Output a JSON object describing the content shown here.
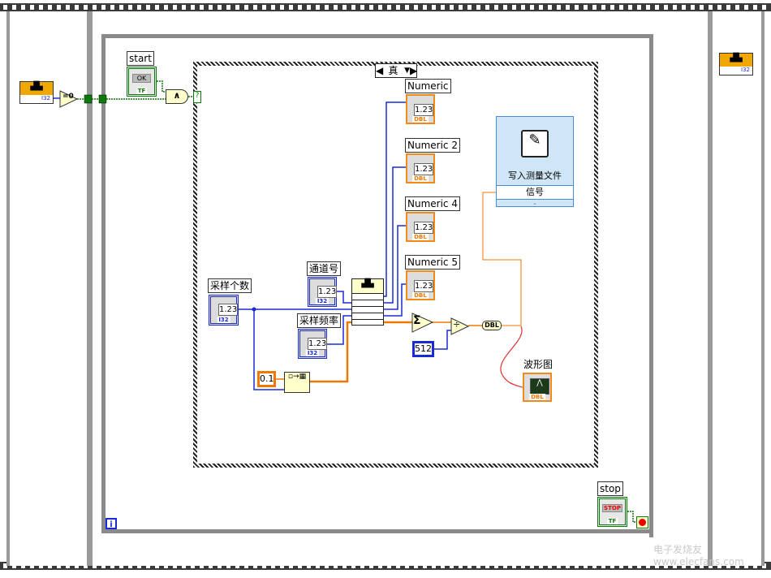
{
  "case_selector": {
    "value": "真"
  },
  "start": {
    "label": "start",
    "button_text": "OK",
    "type": "TF"
  },
  "stop": {
    "label": "stop",
    "button_text": "STOP",
    "type": "TF"
  },
  "compare": {
    "symbol": "=0"
  },
  "and_gate": {
    "symbol": "∧"
  },
  "case_terminal": {
    "symbol": "?"
  },
  "controls": [
    {
      "label": "采样个数",
      "value": "1.23",
      "type": "I32"
    },
    {
      "label": "通道号",
      "value": "1.23",
      "type": "I32"
    },
    {
      "label": "采样频率",
      "value": "1.23",
      "type": "I32"
    }
  ],
  "indicators": [
    {
      "label": "Numeric",
      "value": "1.23",
      "type": "DBL"
    },
    {
      "label": "Numeric 2",
      "value": "1.23",
      "type": "DBL"
    },
    {
      "label": "Numeric 4",
      "value": "1.23",
      "type": "DBL"
    },
    {
      "label": "Numeric 5",
      "value": "1.23",
      "type": "DBL"
    }
  ],
  "cluster_type": "I32",
  "constants": {
    "dt": "0.1",
    "divisor": "512",
    "dbl_convert": "DBL"
  },
  "sum_symbol": "Σ",
  "divide_symbol": "÷",
  "express_vi": {
    "title": "写入测量文件",
    "input": "信号"
  },
  "graph": {
    "label": "波形图",
    "type": "DBL"
  },
  "iteration": "i",
  "watermark": "电子发烧友 www.elecfans.com",
  "colors": {
    "int_wire": "#1a2bd6",
    "dbl_wire": "#f07800",
    "bool_wire": "#0a7a0a",
    "dynamic_wire": "#e03030",
    "express_bg": "#cfe6f7"
  }
}
